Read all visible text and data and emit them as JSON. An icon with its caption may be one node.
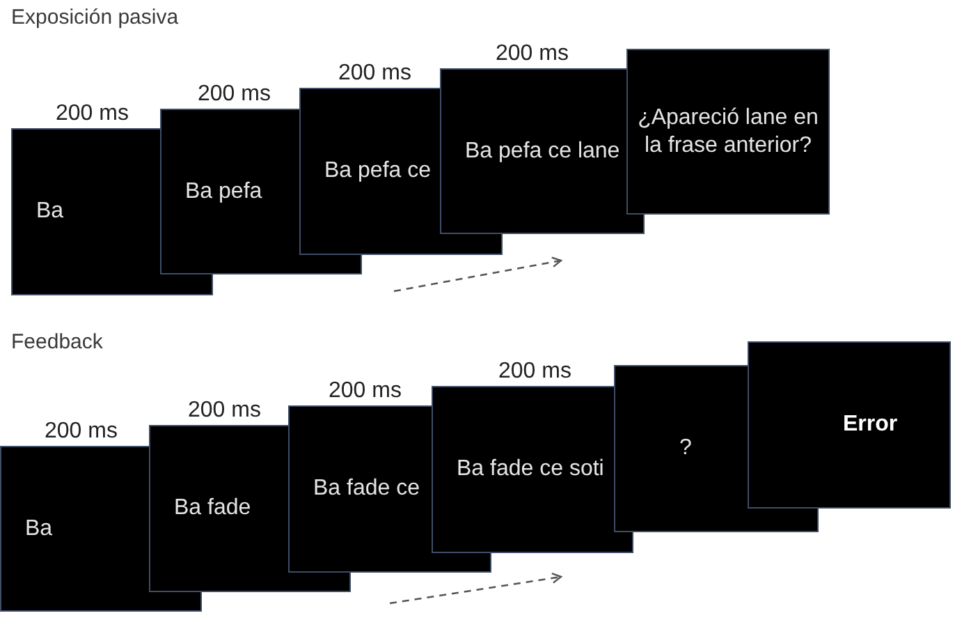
{
  "diagram": {
    "nodes": [
      {
        "text": [
          "Ba"
        ],
        "beside": [
          "200 ms"
        ]
      },
      {
        "text": [
          "Ba pefa"
        ],
        "beside": [
          "200 ms"
        ]
      },
      {
        "text": [
          "Ba pefa ce"
        ],
        "beside": [
          "200 ms"
        ]
      },
      {
        "text": [
          "Ba pefa ce lane"
        ],
        "beside": [
          "200 ms"
        ]
      },
      {
        "text": [
          "¿Apareció lane en la frase anterior?"
        ]
      },
      {
        "text": [
          "Ba"
        ],
        "beside": [
          "200 ms"
        ]
      },
      {
        "text": [
          "Ba fade"
        ],
        "beside": [
          "200 ms"
        ]
      },
      {
        "text": [
          "Ba fade ce"
        ],
        "beside": [
          "200 ms"
        ]
      },
      {
        "text": [
          "Ba fade ce soti"
        ],
        "beside": [
          "200 ms"
        ]
      },
      {
        "text": [
          "?"
        ]
      },
      {
        "text": [
          "Error"
        ]
      }
    ],
    "labels": [
      "Exposición pasiva",
      "Feedback"
    ]
  }
}
